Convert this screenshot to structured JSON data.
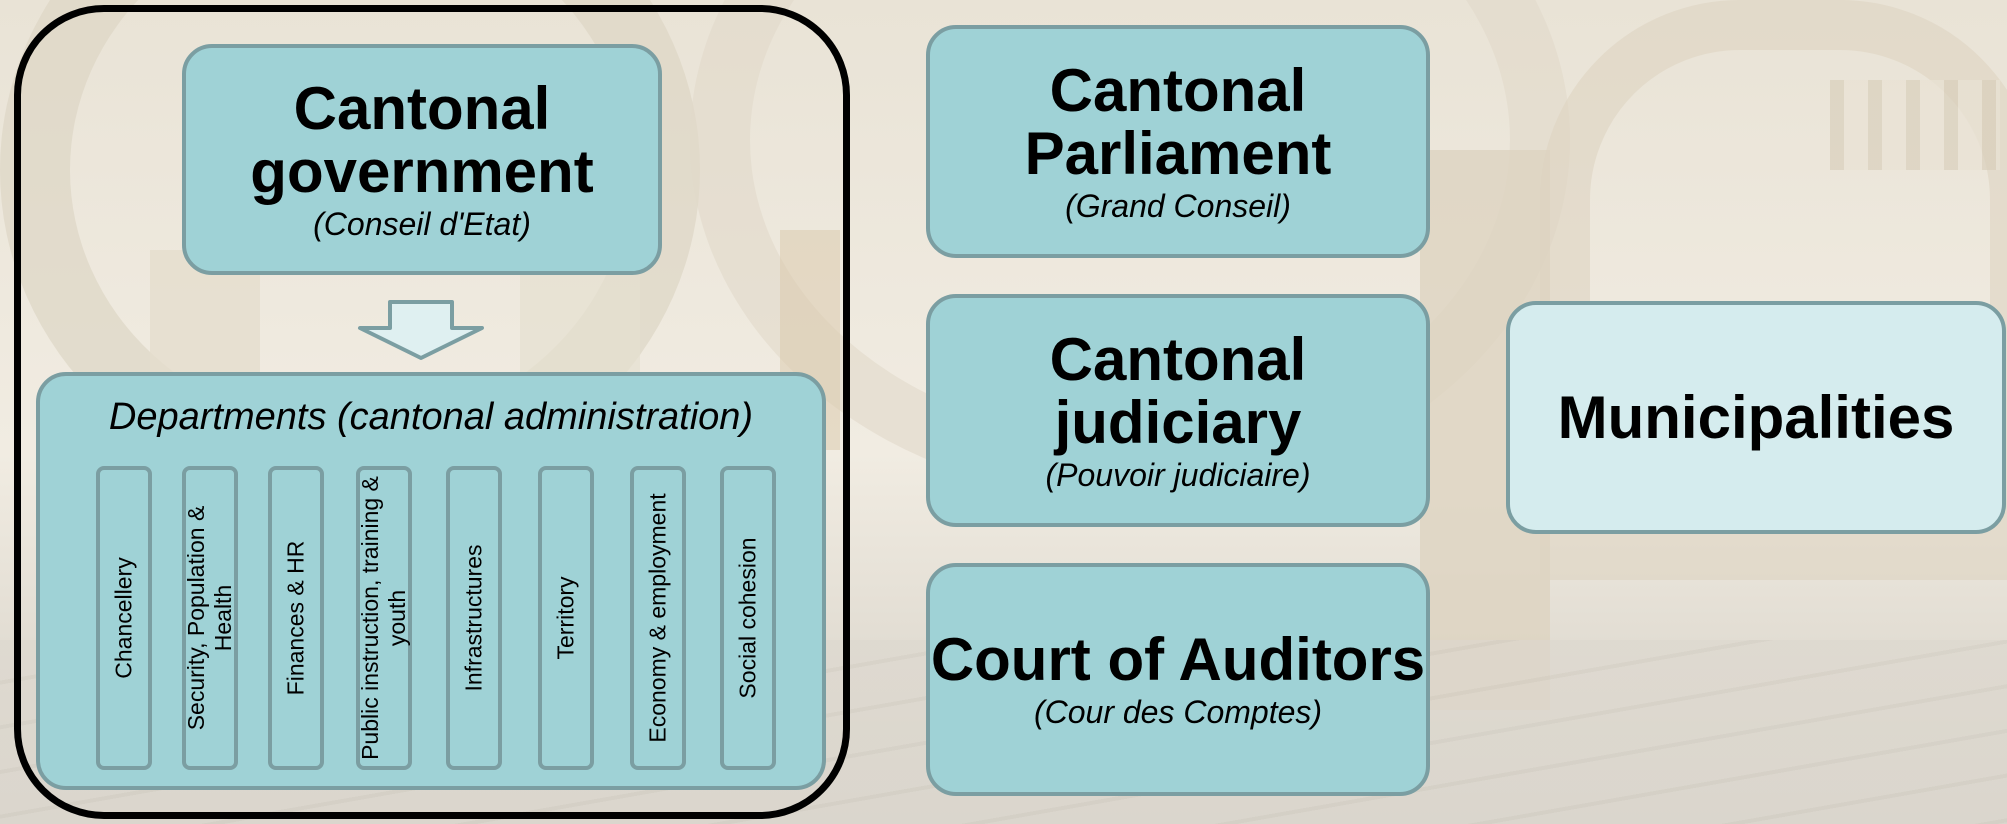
{
  "colors": {
    "box_fill": "#9fd2d6",
    "box_border": "#7b9ea2",
    "municipalities_fill": "#d5ecee",
    "frame": "#000000"
  },
  "government": {
    "title": "Cantonal government",
    "subtitle": "(Conseil d'Etat)"
  },
  "departments": {
    "heading": "Departments (cantonal administration)",
    "items": [
      "Chancellery",
      "Security, Population & Health",
      "Finances & HR",
      "Public instruction, training & youth",
      "Infrastructures",
      "Territory",
      "Economy & employment",
      "Social cohesion"
    ]
  },
  "parliament": {
    "title": "Cantonal Parliament",
    "subtitle": "(Grand Conseil)"
  },
  "judiciary": {
    "title": "Cantonal judiciary",
    "subtitle": "(Pouvoir judiciaire)"
  },
  "auditors": {
    "title": "Court of Auditors",
    "subtitle": "(Cour des Comptes)"
  },
  "municipalities": {
    "title": "Municipalities"
  }
}
